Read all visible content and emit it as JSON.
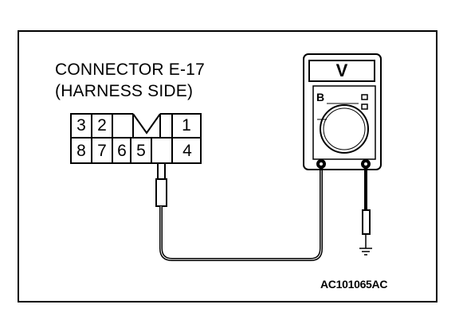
{
  "connector": {
    "title_line1": "CONNECTOR E-17",
    "title_line2": "(HARNESS SIDE)",
    "top_row_pins": [
      "3",
      "2",
      "1"
    ],
    "bottom_row_pins": [
      "8",
      "7",
      "6",
      "5",
      "4"
    ]
  },
  "meter": {
    "mode_symbol": "V",
    "range_label": "B"
  },
  "reference_code": "AC101065AC",
  "icons": {
    "meter": "multimeter-icon",
    "ground": "ground-icon",
    "probe": "probe-icon"
  }
}
